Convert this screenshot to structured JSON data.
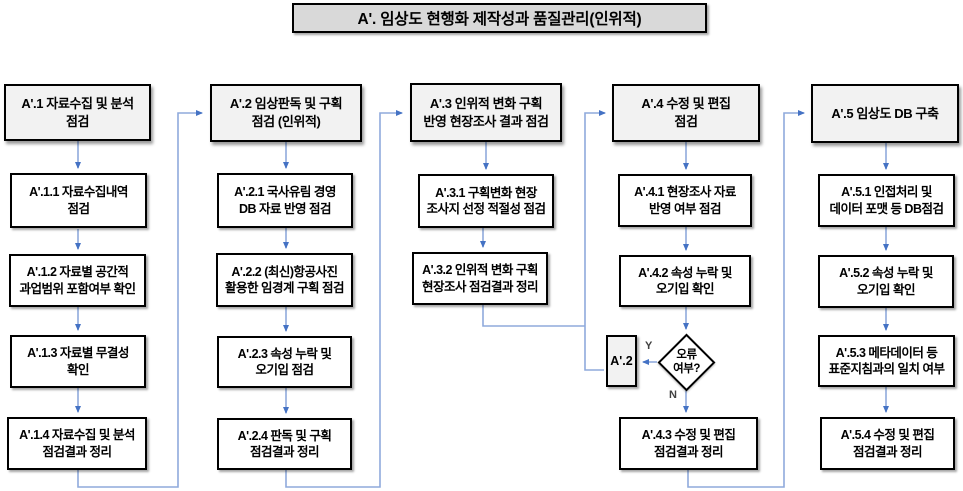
{
  "title": "A'. 임상도 현행화 제작성과 품질관리(인위적)",
  "columns": [
    {
      "header": "A'.1 자료수집 및 분석\n점검",
      "steps": [
        "A'.1.1 자료수집내역\n점검",
        "A'.1.2  자료별 공간적\n과업범위 포함여부 확인",
        "A'.1.3  자료별 무결성\n확인",
        "A'.1.4 자료수집 및 분석\n점검결과 정리"
      ]
    },
    {
      "header": "A'.2 임상판독 및 구획\n점검 (인위적)",
      "steps": [
        "A'.2.1 국사유림 경영\nDB 자료 반영 점검",
        "A'.2.2 (최신)항공사진\n활용한 임경계 구획 점검",
        "A'.2.3 속성 누락 및\n오기입 점검",
        "A'.2.4 판독 및 구획\n점검결과 정리"
      ]
    },
    {
      "header": "A'.3 인위적 변화 구획\n반영 현장조사 결과 점검",
      "steps": [
        "A'.3.1 구획변화 현장\n조사지 선정 적절성 점검",
        "A'.3.2 인위적 변화 구획\n현장조사 점검결과 정리"
      ]
    },
    {
      "header": "A'.4 수정 및 편집\n점검",
      "steps": [
        "A'.4.1 현장조사 자료\n반영 여부 점검",
        "A'.4.2 속성 누락 및\n오기입 확인",
        "A'.4.3 수정 및 편집\n점검결과 정리"
      ]
    },
    {
      "header": "A'.5 임상도 DB 구축",
      "steps": [
        "A'.5.1 인접처리 및\n데이터 포맷 등 DB점검",
        "A'.5.2 속성 누락 및\n오기입 확인",
        "A'.5.3 메타데이터 등\n표준지침과의 일치 여부",
        "A'.5.4 수정 및 편집\n점검결과 정리"
      ]
    }
  ],
  "decision": {
    "label": "오류\n여부?",
    "yes_label": "Y",
    "no_label": "N"
  },
  "connector_box": {
    "label": "A'.2"
  },
  "colors": {
    "line": "#8FAADC",
    "arrow": "#4472C4",
    "header_fill": "#F2F2F2",
    "title_fill": "#D9D9D9",
    "box_border": "#000000"
  }
}
